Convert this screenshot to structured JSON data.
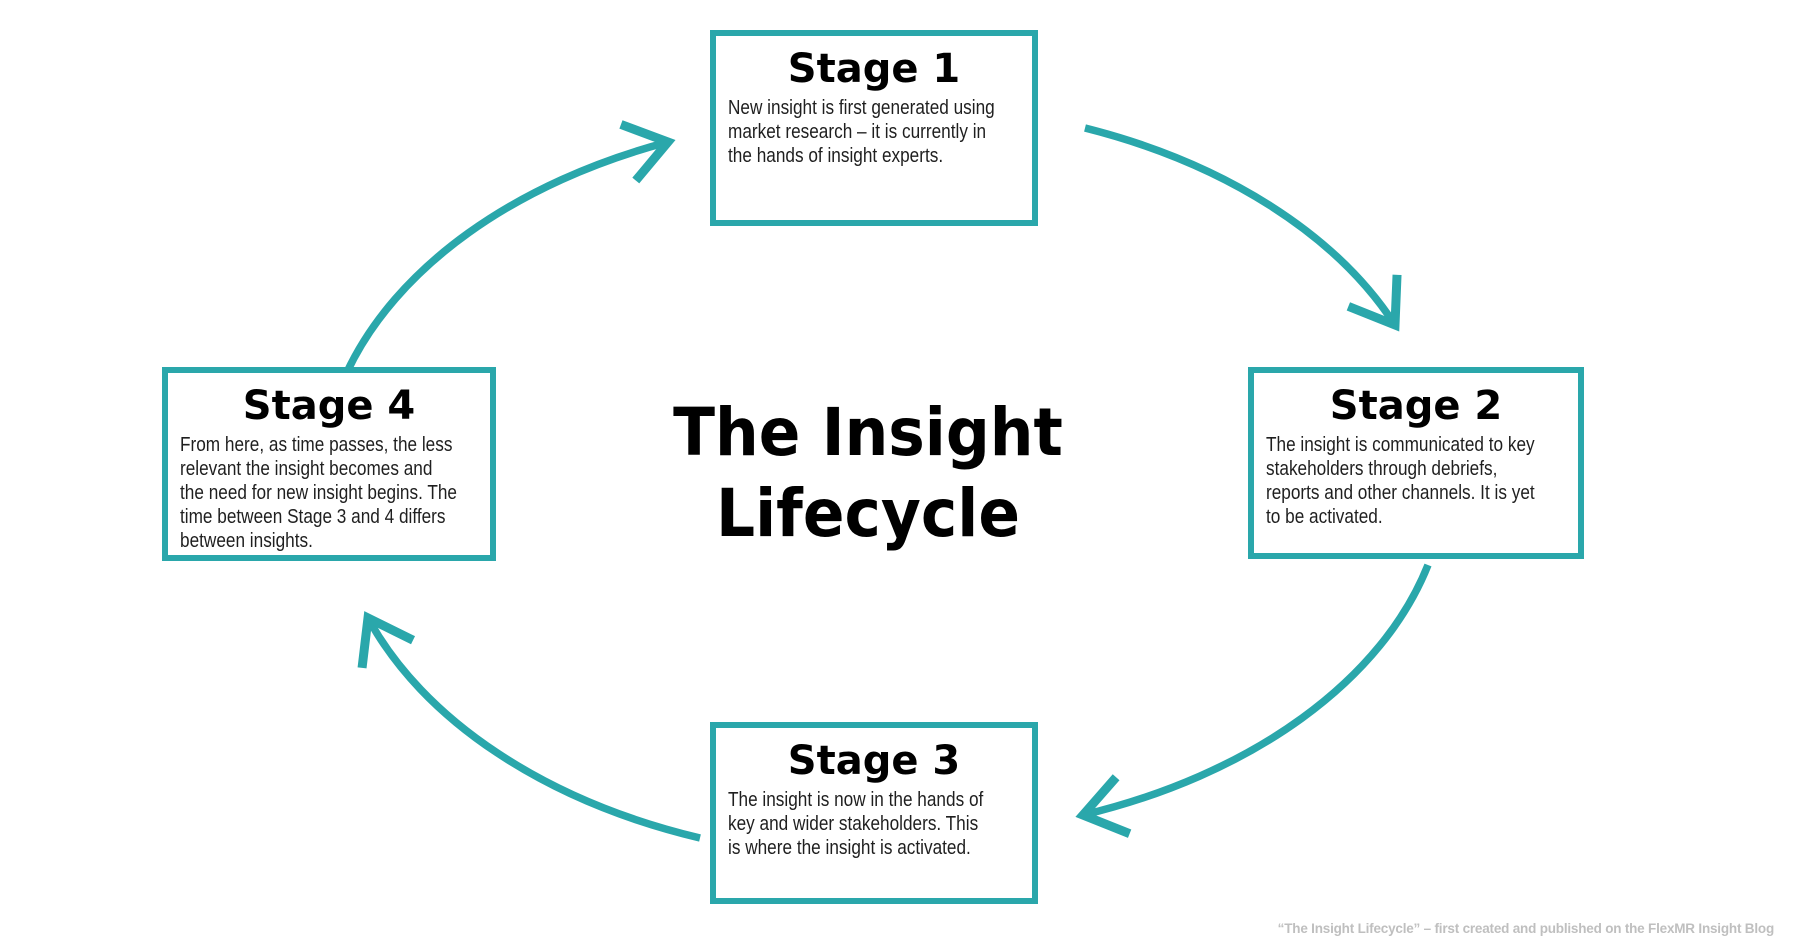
{
  "diagram": {
    "title": "The Insight\nLifecycle",
    "caption": "“The Insight Lifecycle” – first created and published on the FlexMR Insight Blog"
  },
  "stages": [
    {
      "title": "Stage 1",
      "body": "New insight is first generated using\nmarket research – it is currently in\nthe hands of insight experts."
    },
    {
      "title": "Stage 2",
      "body": "The insight is communicated to key\nstakeholders through debriefs,\nreports and other channels. It is yet\nto be activated."
    },
    {
      "title": "Stage 3",
      "body": "The insight is now in the hands of\nkey and wider stakeholders. This\nis where the insight is activated."
    },
    {
      "title": "Stage 4",
      "body": "From here, as time passes, the less\nrelevant the insight becomes and\nthe need for new insight begins. The\ntime between Stage 3 and 4 differs\nbetween insights."
    }
  ],
  "colors": {
    "teal": "#2AA7AB",
    "box_border": "#2AA7AB",
    "body_text": "#1F1F1F",
    "title_text": "#000000",
    "caption_text": "#BFBFBF",
    "background": "#FFFFFF"
  }
}
